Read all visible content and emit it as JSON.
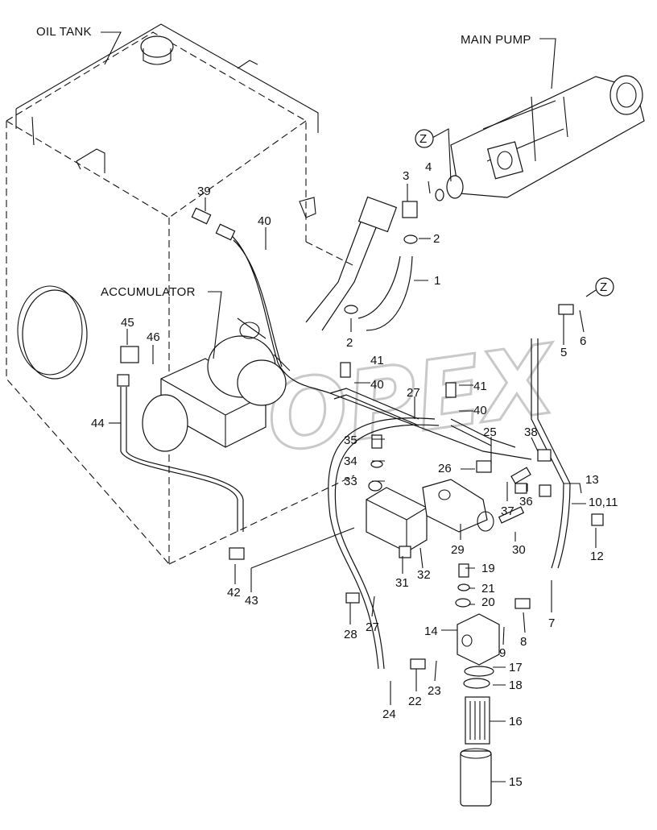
{
  "captions": {
    "oil_tank": "OIL TANK",
    "main_pump": "MAIN PUMP",
    "accumulator": "ACCUMULATOR",
    "z_top": "Z",
    "z_right": "Z"
  },
  "watermark": "OPEX",
  "callouts": [
    "1",
    "2",
    "2",
    "3",
    "4",
    "5",
    "6",
    "7",
    "8",
    "9",
    "10,11",
    "12",
    "13",
    "14",
    "15",
    "16",
    "17",
    "18",
    "19",
    "20",
    "21",
    "22",
    "23",
    "24",
    "25",
    "26",
    "27",
    "27",
    "28",
    "29",
    "30",
    "31",
    "32",
    "33",
    "34",
    "35",
    "36",
    "37",
    "38",
    "39",
    "40",
    "40",
    "40",
    "41",
    "41",
    "42",
    "43",
    "44",
    "45",
    "46"
  ]
}
